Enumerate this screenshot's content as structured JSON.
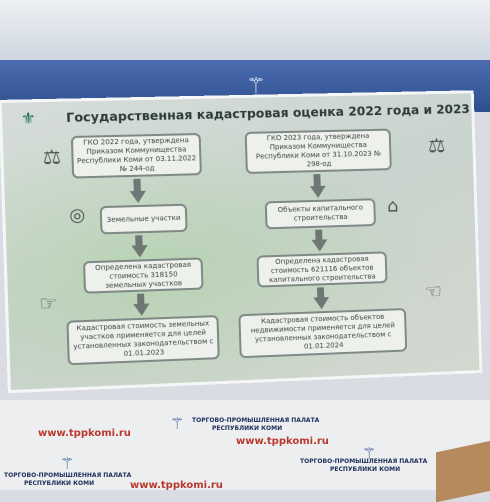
{
  "slide": {
    "title": "Государственная кадастровая оценка 2022 года и 2023 года",
    "left": {
      "top": "ГКО 2022 года, утверждена Приказом Коммунищества Республики Коми от 03.11.2022 № 244-од",
      "category": "Земельные участки",
      "count": "Определена кадастровая стоимость 318150 земельных участков",
      "result": "Кадастровая стоимость земельных участков применяется для целей установленных законодательством с 01.01.2023"
    },
    "right": {
      "top": "ГКО 2023 года, утверждена Приказом Коммунищества Республики Коми от 31.10.2023 № 298-од",
      "category": "Объекты капитального строительства",
      "count": "Определена кадастровая стоимость 621116 объектов капитального строительства",
      "result": "Кадастровая стоимость объектов недвижимости применяется для целей установленных законодательством с 01.01.2024"
    }
  },
  "banner": {
    "site": "www.tppkomi.ru",
    "chamber_line1": "ТОРГОВО-ПРОМЫШЛЕННАЯ ПАЛАТА",
    "chamber_line2": "РЕСПУБЛИКИ КОМИ"
  },
  "icons": [
    "gavel-icon",
    "coin-icon",
    "building-icon",
    "hand-icon",
    "emblem-icon"
  ],
  "colors": {
    "screen": "#cfd7d2",
    "box_border": "#7f8985",
    "banner_blue": "#2e4f8f",
    "site_red": "#b93a2c"
  }
}
